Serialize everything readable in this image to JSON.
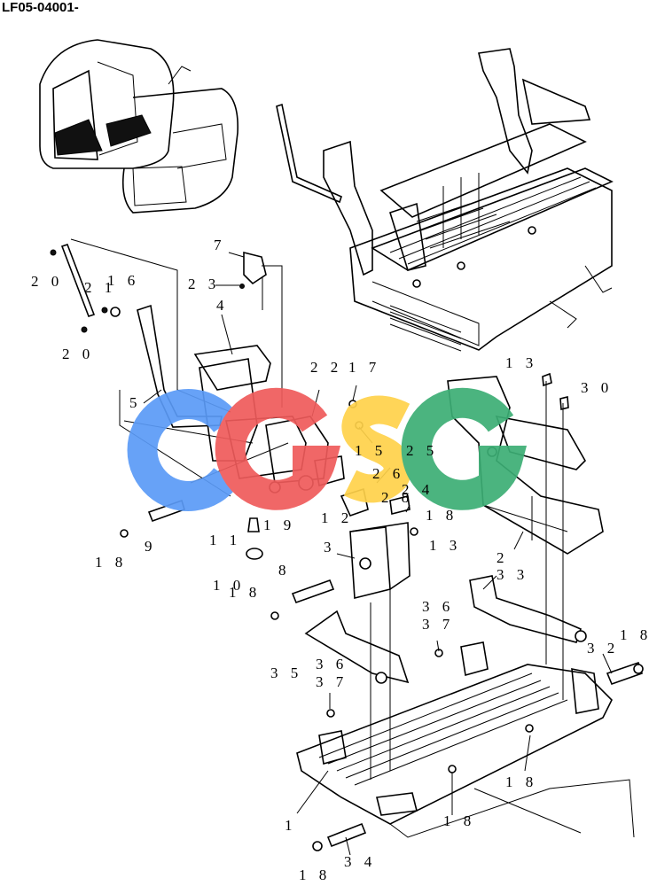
{
  "title": "LF05-04001-",
  "watermark": {
    "letters": [
      "C",
      "G",
      "S",
      "G"
    ],
    "colors": [
      "#5b9bf7",
      "#ef5b5b",
      "#ffd24a",
      "#3cae75"
    ]
  },
  "callouts": [
    {
      "id": "c7",
      "text": "7"
    },
    {
      "id": "c23",
      "text": "2 3"
    },
    {
      "id": "c20a",
      "text": "2 0"
    },
    {
      "id": "c21",
      "text": "2 1"
    },
    {
      "id": "c16",
      "text": "1 6"
    },
    {
      "id": "c20b",
      "text": "2 0"
    },
    {
      "id": "c4",
      "text": "4"
    },
    {
      "id": "c5",
      "text": "5"
    },
    {
      "id": "c22",
      "text": "2 2"
    },
    {
      "id": "c17",
      "text": "1 7"
    },
    {
      "id": "c15",
      "text": "1 5"
    },
    {
      "id": "c25",
      "text": "2 5"
    },
    {
      "id": "c26",
      "text": "2 6"
    },
    {
      "id": "c24",
      "text": "2 4"
    },
    {
      "id": "c28",
      "text": "2 8"
    },
    {
      "id": "c12",
      "text": "1 2"
    },
    {
      "id": "c19",
      "text": "1 9"
    },
    {
      "id": "c9",
      "text": "9"
    },
    {
      "id": "c18a",
      "text": "1 8"
    },
    {
      "id": "c11",
      "text": "1 1"
    },
    {
      "id": "c10",
      "text": "1 0"
    },
    {
      "id": "c18b",
      "text": "1 8"
    },
    {
      "id": "c18c",
      "text": "1 8"
    },
    {
      "id": "c13a",
      "text": "1 3"
    },
    {
      "id": "c3",
      "text": "3"
    },
    {
      "id": "c8",
      "text": "8"
    },
    {
      "id": "c13b",
      "text": "1 3"
    },
    {
      "id": "c30",
      "text": "3 0"
    },
    {
      "id": "c2",
      "text": "2"
    },
    {
      "id": "c33",
      "text": "3 3"
    },
    {
      "id": "c36a",
      "text": "3 6"
    },
    {
      "id": "c37a",
      "text": "3 7"
    },
    {
      "id": "c32",
      "text": "3 2"
    },
    {
      "id": "c18d",
      "text": "1 8"
    },
    {
      "id": "c35",
      "text": "3 5"
    },
    {
      "id": "c36b",
      "text": "3 6"
    },
    {
      "id": "c37b",
      "text": "3 7"
    },
    {
      "id": "c18e",
      "text": "1 8"
    },
    {
      "id": "c1",
      "text": "1"
    },
    {
      "id": "c18f",
      "text": "1 8"
    },
    {
      "id": "c34",
      "text": "3 4"
    },
    {
      "id": "c18g",
      "text": "1 8"
    }
  ]
}
